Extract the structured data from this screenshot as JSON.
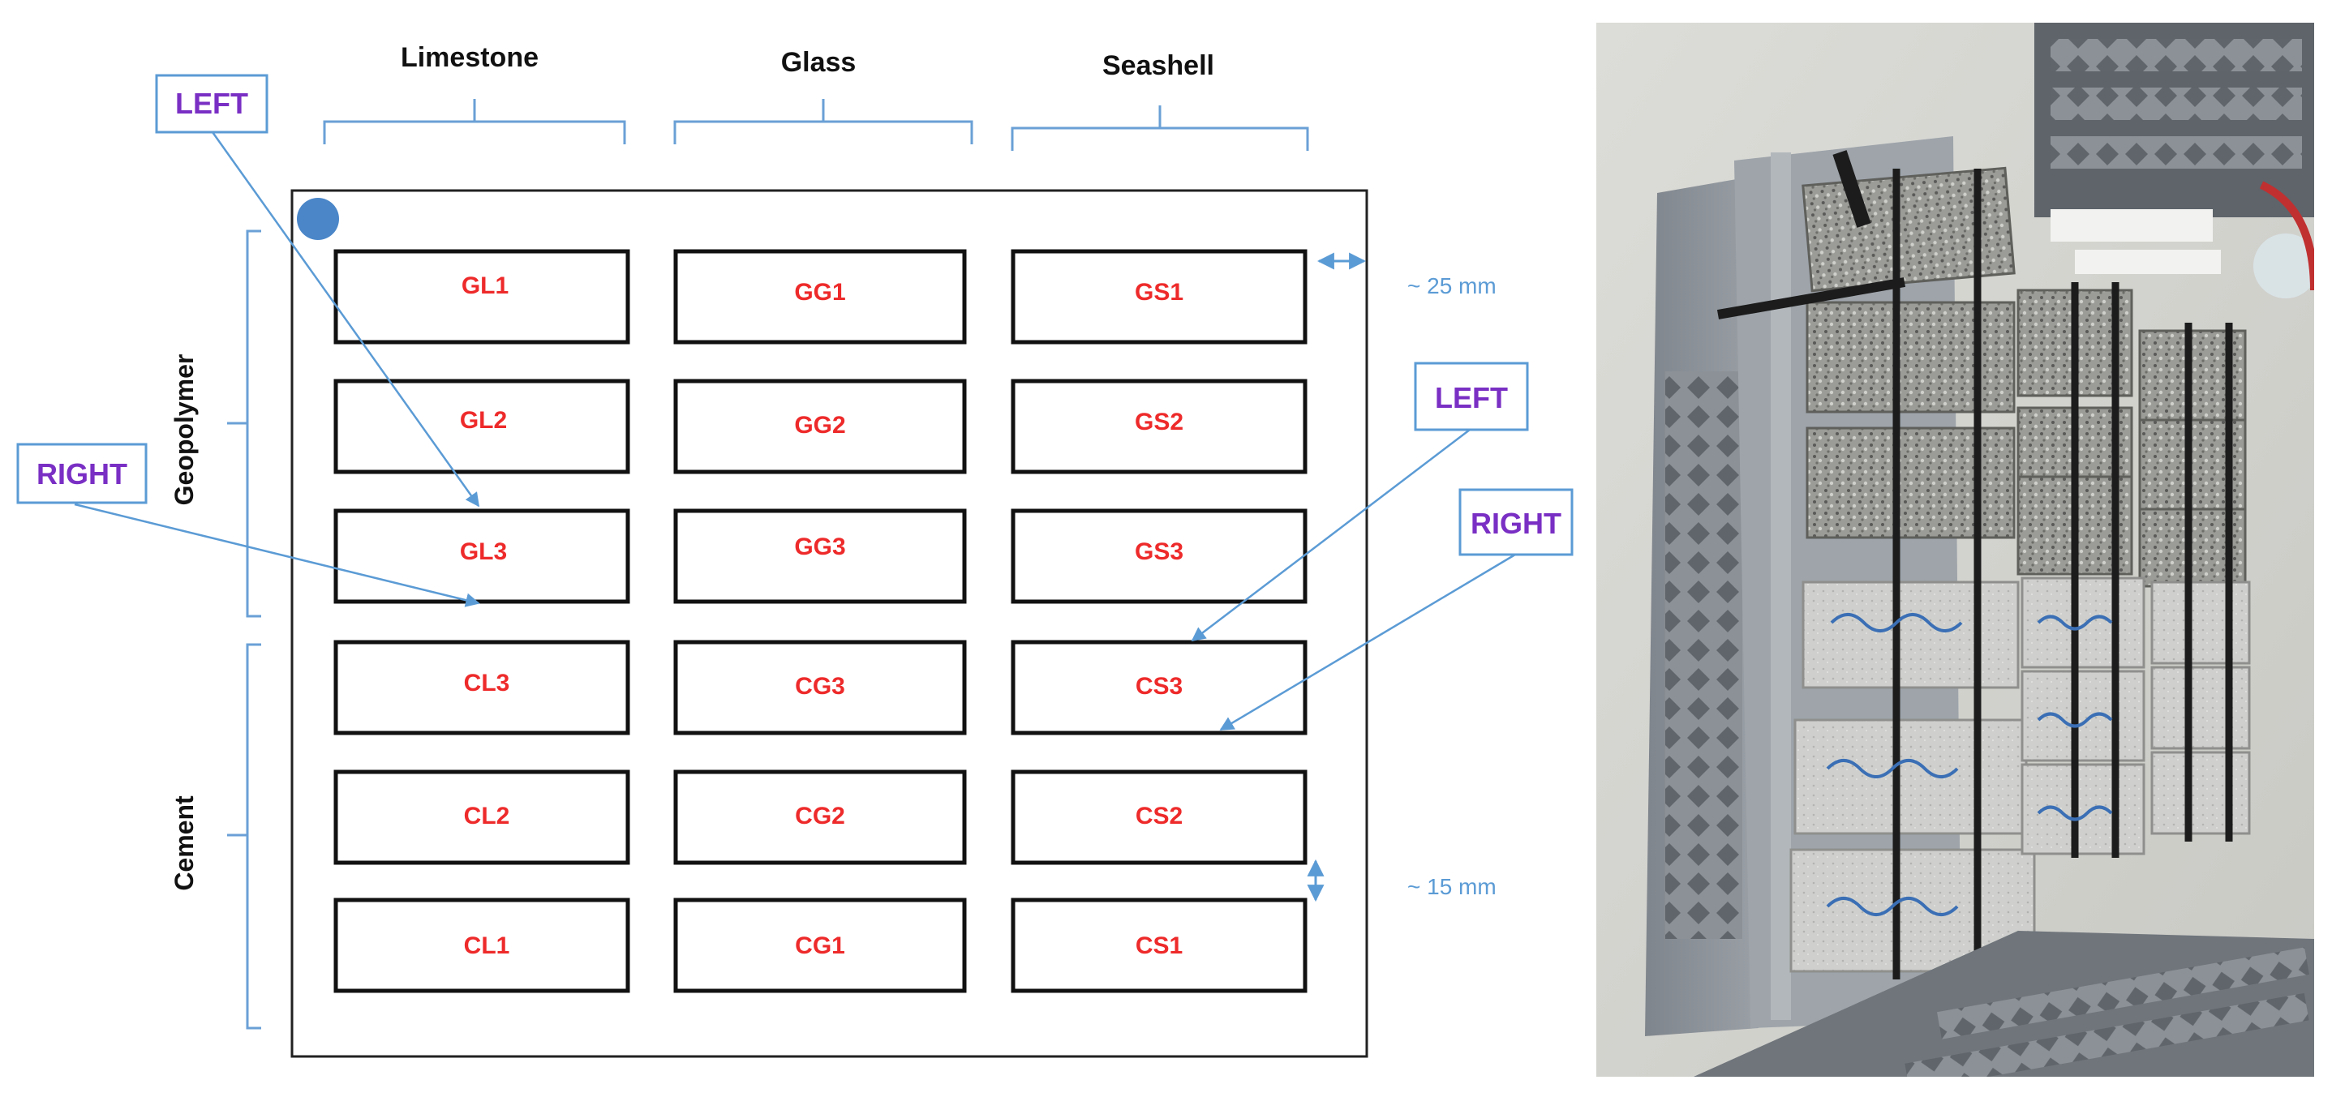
{
  "columns": [
    "Limestone",
    "Glass",
    "Seashell"
  ],
  "groups": [
    "Geopolymer",
    "Cement"
  ],
  "specimens": [
    [
      "GL1",
      "GG1",
      "GS1"
    ],
    [
      "GL2",
      "GG2",
      "GS2"
    ],
    [
      "GL3",
      "GG3",
      "GS3"
    ],
    [
      "CL3",
      "CG3",
      "CS3"
    ],
    [
      "CL2",
      "CG2",
      "CS2"
    ],
    [
      "CL1",
      "CG1",
      "CS1"
    ]
  ],
  "callouts": {
    "left_top": "LEFT",
    "right_left": "RIGHT",
    "left_right": "LEFT",
    "right_right": "RIGHT"
  },
  "dimensions": {
    "horizontal_gap": "~ 25 mm",
    "vertical_gap": "~ 15 mm"
  },
  "colors": {
    "specimen_label": "#ee2a2a",
    "callout_text": "#7a2fc4",
    "arrow": "#5b9bd5",
    "marker": "#4a86c8"
  }
}
